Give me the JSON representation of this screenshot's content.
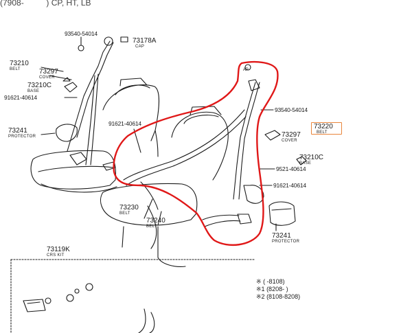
{
  "header": {
    "range_open": "(7908-",
    "range_close": ") CP, HT, LB"
  },
  "parts": {
    "bolt_upper_left": "93540-54014",
    "cap": {
      "number": "73178A",
      "desc": "CAP"
    },
    "belt_left": {
      "number": "73210",
      "desc": "BELT"
    },
    "cover_left": {
      "number": "73297",
      "desc": "COVER"
    },
    "base_left": {
      "number": "73210C",
      "desc": "BASE"
    },
    "bolt_left_mid": "91621-40614",
    "protector_left": {
      "number": "73241",
      "desc": "PROTECTOR"
    },
    "bolt_center": "91621-40614",
    "ap_label": "AP",
    "bolt_right_upper": "93540-54014",
    "belt_right_highlight": {
      "number": "73220",
      "desc": "BELT"
    },
    "cover_right": {
      "number": "73297",
      "desc": "COVER"
    },
    "base_right": {
      "number": "73210C",
      "desc": "BASE"
    },
    "bolt_right_mid": "9521-40614",
    "bolt_right_lower": "91621-40614",
    "belt_center_a": {
      "number": "73230",
      "desc": "BELT"
    },
    "belt_center_b": {
      "number": "73240",
      "desc": "BELT"
    },
    "protector_right": {
      "number": "73241",
      "desc": "PROTECTOR"
    },
    "crs_kit": {
      "number": "73119K",
      "desc": "CRS KIT"
    }
  },
  "legend": [
    {
      "mark": "※",
      "range": "(        -8108)"
    },
    {
      "mark": "※1",
      "range": "(8208-        )"
    },
    {
      "mark": "※2",
      "range": "(8108-8208)"
    }
  ],
  "colors": {
    "line": "#1a1a1a",
    "annotation_red": "#e01818",
    "highlight_orange": "#e8843a"
  }
}
